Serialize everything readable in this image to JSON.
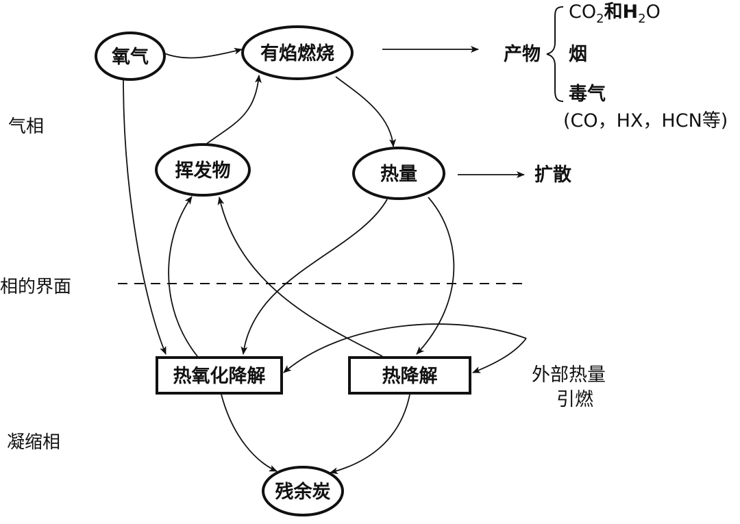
{
  "diagram": {
    "zones": {
      "gas_phase": "气相",
      "interface": "相的界面",
      "condensed_phase": "凝缩相"
    },
    "nodes": {
      "oxygen": "氧气",
      "flaming_combustion": "有焰燃烧",
      "volatiles": "挥发物",
      "heat": "热量",
      "thermo_oxidative_degradation": "热氧化降解",
      "thermal_degradation": "热降解",
      "char_residue": "残余炭"
    },
    "products": {
      "label": "产物",
      "item1_co2": "CO",
      "item1_sub2": "2",
      "item1_and": "和H",
      "item1_sub2b": "2",
      "item1_o": "O",
      "item2": "烟",
      "item3": "毒气",
      "item3_detail": "(CO，HX，HCN等)"
    },
    "heat_output": "扩散",
    "external_heat": {
      "line1": "外部热量",
      "line2": "引燃"
    }
  }
}
